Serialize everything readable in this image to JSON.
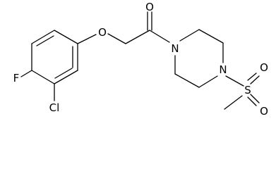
{
  "molecule": {
    "atoms": {
      "oxygen_ether": "O",
      "oxygen_carbonyl": "O",
      "nitrogen_amide": "N",
      "nitrogen_sulfonyl": "N",
      "sulfur": "S",
      "oxygen_sulfonyl_top": "O",
      "oxygen_sulfonyl_bottom": "O",
      "chlorine": "Cl",
      "fluorine": "F"
    }
  }
}
